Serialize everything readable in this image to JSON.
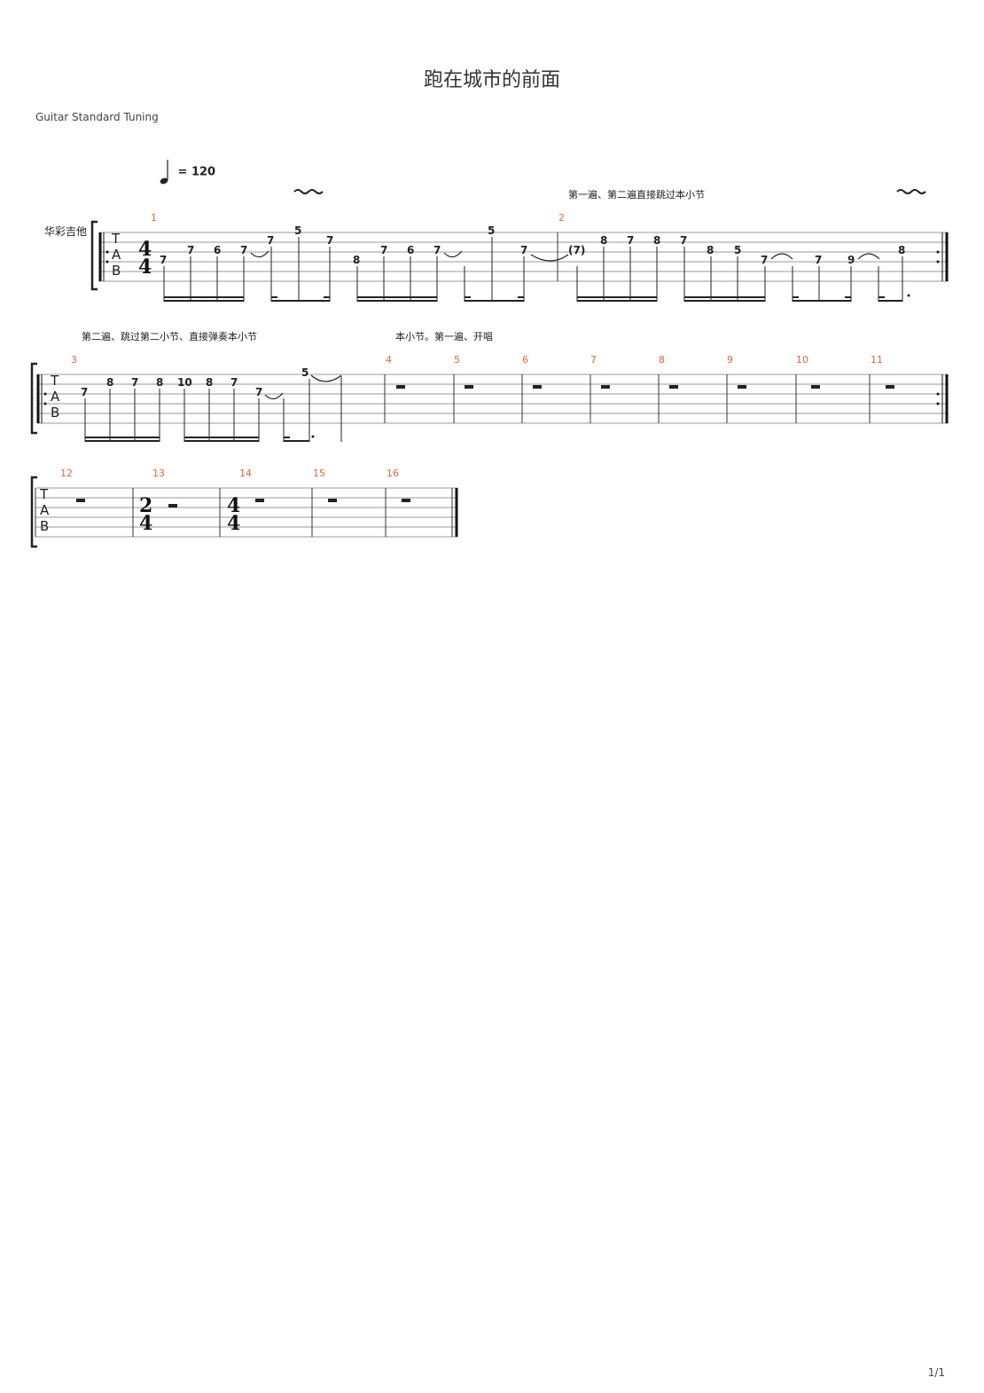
{
  "score": {
    "title": "跑在城市的前面",
    "tuning": "Guitar Standard Tuning",
    "tempo_value": "= 120",
    "instrument": "华彩吉他",
    "tab_letters": [
      "T",
      "A",
      "B"
    ],
    "time_sig_1": [
      "4",
      "4"
    ],
    "time_sig_2": [
      "2",
      "4"
    ],
    "time_sig_3": [
      "4",
      "4"
    ],
    "page": "1/1"
  },
  "annotations": {
    "a1": "第一遍、第二遍直接跳过本小节",
    "a2": "第二遍、跳过第二小节、直接弹奏本小节",
    "a3": "本小节。第一遍、开唱"
  },
  "bars": [
    "1",
    "2",
    "3",
    "4",
    "5",
    "6",
    "7",
    "8",
    "9",
    "10",
    "11",
    "12",
    "13",
    "14",
    "15",
    "16"
  ],
  "notes": {
    "bar1": [
      "7",
      "7",
      "6",
      "7",
      "7",
      "5",
      "7",
      "8",
      "7",
      "6",
      "7",
      "5",
      "7"
    ],
    "bar2": [
      "(7)",
      "8",
      "7",
      "8",
      "7",
      "8",
      "5",
      "7",
      "7",
      "9",
      "8"
    ],
    "bar3": [
      "7",
      "8",
      "7",
      "8",
      "10",
      "8",
      "7",
      "7",
      "5"
    ]
  }
}
